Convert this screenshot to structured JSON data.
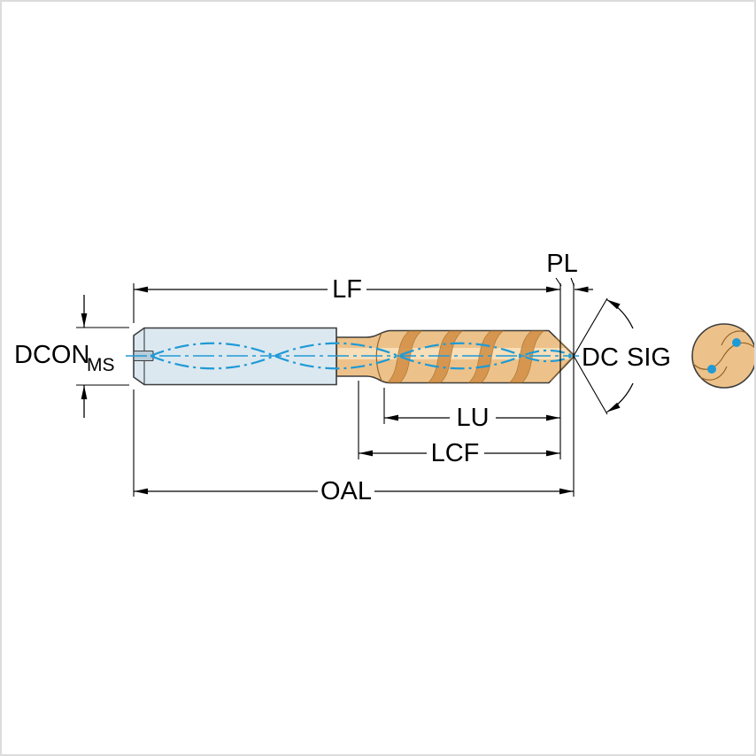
{
  "labels": {
    "lf": "LF",
    "pl": "PL",
    "dcon": "DCON",
    "dcon_sub": "MS",
    "dc": "DC",
    "sig": "SIG",
    "lu": "LU",
    "lcf": "LCF",
    "oal": "OAL"
  },
  "colors": {
    "shank_fill": "#dce8f0",
    "shank_slot": "#b9ccd8",
    "flute_fill": "#edc28a",
    "flute_band": "#d3924a",
    "flute_highlight": "#f8e6c4",
    "coolant_blue": "#1f9ad6",
    "outline": "#3d3d3d",
    "dimension": "#000000"
  }
}
